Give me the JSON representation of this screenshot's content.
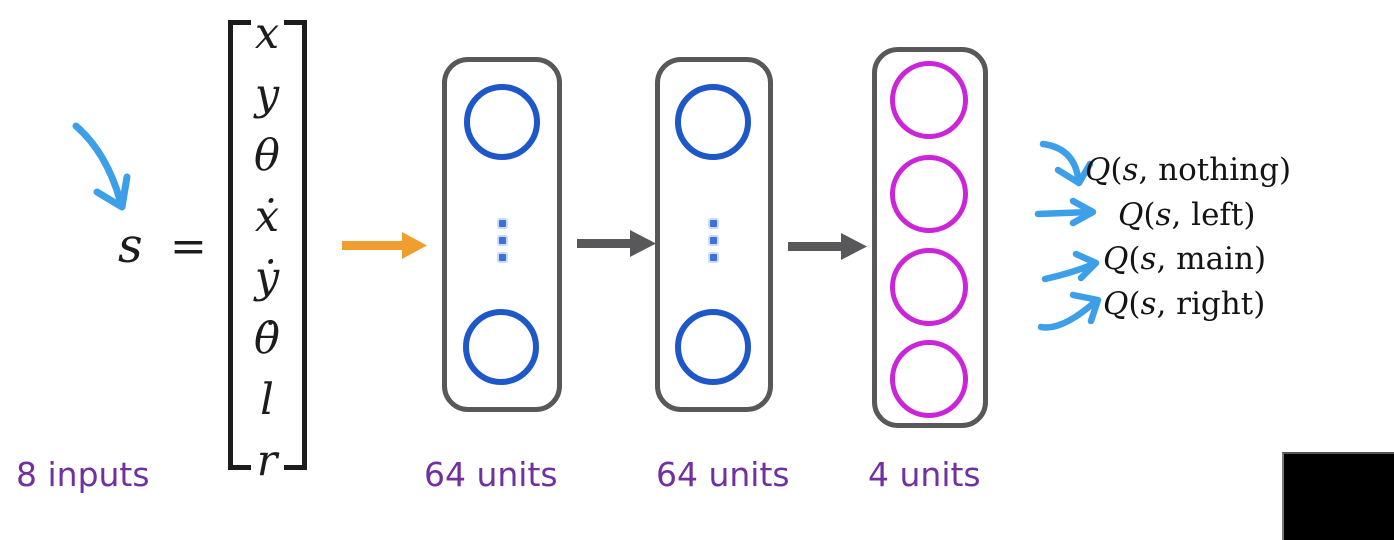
{
  "colors": {
    "node_blue": "#1e57c8",
    "node_magenta": "#cb25d9",
    "label_purple": "#7030a0",
    "arrow_orange": "#f09e2e",
    "arrow_gray": "#58585a",
    "sketch_blue": "#3d9fe8",
    "box_border": "#58585a",
    "text_black": "#1c1c1c",
    "background": "#ffffff"
  },
  "equation": {
    "symbol": "s",
    "equals": "=",
    "entries": [
      "x",
      "y",
      "θ",
      "ẋ",
      "ẏ",
      "θ̇",
      "l",
      "r"
    ],
    "inputs_label": "8 inputs"
  },
  "layers": [
    {
      "name": "hidden-layer-1",
      "label": "64 units"
    },
    {
      "name": "hidden-layer-2",
      "label": "64 units"
    },
    {
      "name": "output-layer",
      "label": "4 units"
    }
  ],
  "outputs_format": {
    "open": "(",
    "comma": ", ",
    "close": ")"
  },
  "outputs": [
    {
      "fn": "Q",
      "arg": "s",
      "action": "nothing"
    },
    {
      "fn": "Q",
      "arg": "s",
      "action": "left"
    },
    {
      "fn": "Q",
      "arg": "s",
      "action": "main"
    },
    {
      "fn": "Q",
      "arg": "s",
      "action": "right"
    }
  ]
}
